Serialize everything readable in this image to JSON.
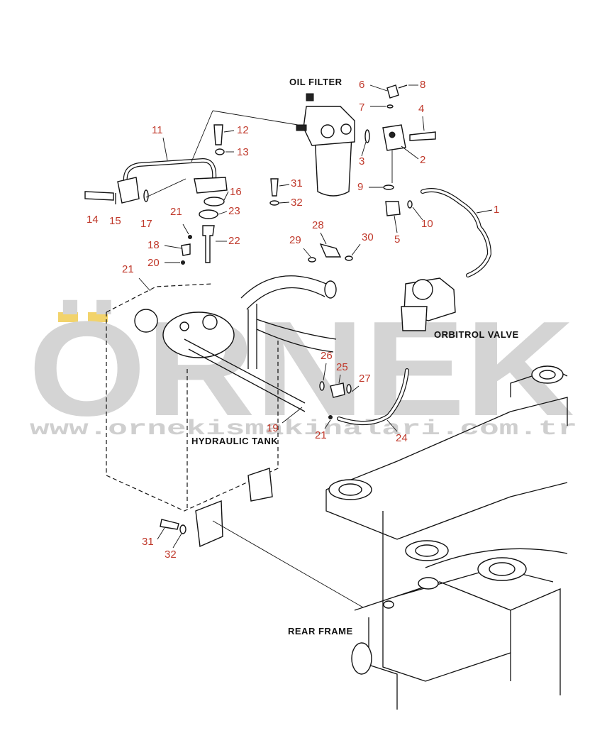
{
  "watermark": {
    "brand": "ÖRNEK",
    "url": "www.ornekismakinalari.com.tr"
  },
  "captions": {
    "oil_filter": "OIL FILTER",
    "orbitrol_valve": "ORBITROL VALVE",
    "hydraulic_tank": "HYDRAULIC TANK",
    "rear_frame": "REAR FRAME"
  },
  "callouts": [
    {
      "id": "c1",
      "text": "1"
    },
    {
      "id": "c2",
      "text": "2"
    },
    {
      "id": "c3",
      "text": "3"
    },
    {
      "id": "c4",
      "text": "4"
    },
    {
      "id": "c5",
      "text": "5"
    },
    {
      "id": "c6",
      "text": "6"
    },
    {
      "id": "c7",
      "text": "7"
    },
    {
      "id": "c8",
      "text": "8"
    },
    {
      "id": "c9",
      "text": "9"
    },
    {
      "id": "c10",
      "text": "10"
    },
    {
      "id": "c11",
      "text": "11"
    },
    {
      "id": "c12",
      "text": "12"
    },
    {
      "id": "c13",
      "text": "13"
    },
    {
      "id": "c14",
      "text": "14"
    },
    {
      "id": "c15",
      "text": "15"
    },
    {
      "id": "c16",
      "text": "16"
    },
    {
      "id": "c17",
      "text": "17"
    },
    {
      "id": "c18",
      "text": "18"
    },
    {
      "id": "c19",
      "text": "19"
    },
    {
      "id": "c20",
      "text": "20"
    },
    {
      "id": "c21a",
      "text": "21"
    },
    {
      "id": "c21b",
      "text": "21"
    },
    {
      "id": "c21c",
      "text": "21"
    },
    {
      "id": "c22",
      "text": "22"
    },
    {
      "id": "c23",
      "text": "23"
    },
    {
      "id": "c24",
      "text": "24"
    },
    {
      "id": "c25",
      "text": "25"
    },
    {
      "id": "c26",
      "text": "26"
    },
    {
      "id": "c27",
      "text": "27"
    },
    {
      "id": "c28",
      "text": "28"
    },
    {
      "id": "c29",
      "text": "29"
    },
    {
      "id": "c30",
      "text": "30"
    },
    {
      "id": "c31a",
      "text": "31"
    },
    {
      "id": "c32a",
      "text": "32"
    },
    {
      "id": "c31b",
      "text": "31"
    },
    {
      "id": "c32b",
      "text": "32"
    }
  ],
  "colors": {
    "callout": "#c0392b",
    "line": "#111111",
    "watermark": "#d4d4d4",
    "watermark_accent": "#f2d36b"
  }
}
